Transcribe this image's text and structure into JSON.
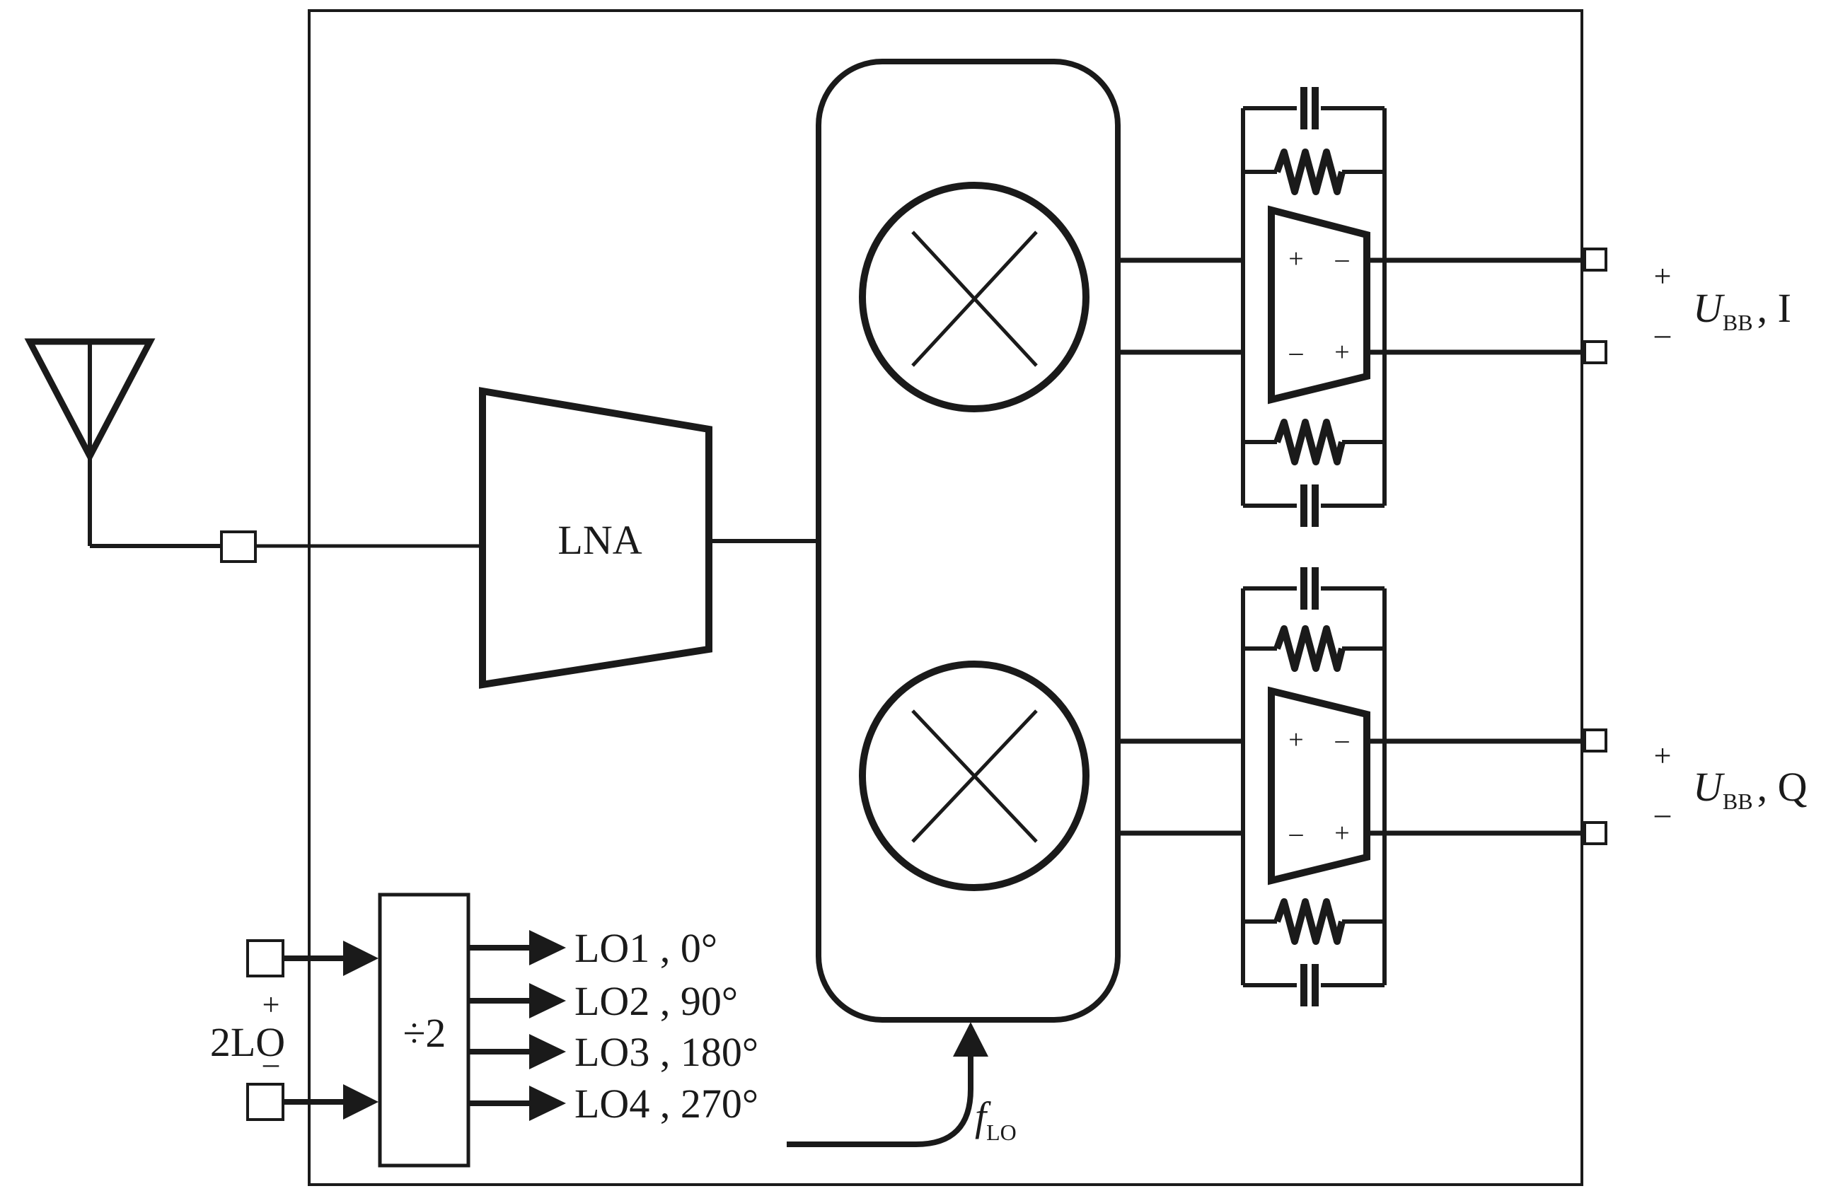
{
  "lna": {
    "label": "LNA"
  },
  "divider": {
    "label": "÷2"
  },
  "lo_input": {
    "label": "2LO",
    "plus": "+",
    "minus": "–"
  },
  "lo_outputs": [
    {
      "label": "LO1 , 0°"
    },
    {
      "label": "LO2 , 90°"
    },
    {
      "label": "LO3 , 180°"
    },
    {
      "label": "LO4 , 270°"
    }
  ],
  "f_lo": {
    "symbol": "f",
    "subscript": "LO"
  },
  "output_i": {
    "plus": "+",
    "minus": "–",
    "symbol": "U",
    "subscript": "BB",
    "suffix": ", I"
  },
  "output_q": {
    "plus": "+",
    "minus": "–",
    "symbol": "U",
    "subscript": "BB",
    "suffix": ", Q"
  },
  "amp_signs": {
    "plus": "+",
    "minus": "–"
  },
  "colors": {
    "stroke": "#1a1a1a",
    "background": "#ffffff"
  }
}
